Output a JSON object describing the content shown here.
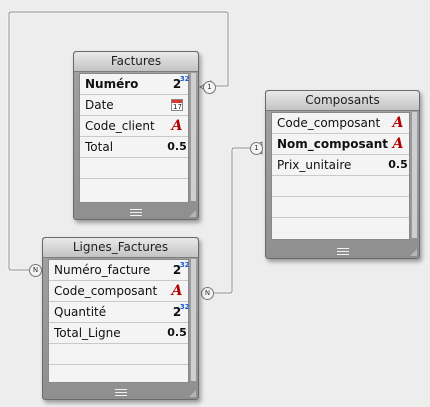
{
  "tables": {
    "factures": {
      "title": "Factures",
      "fields": [
        {
          "name": "Numéro",
          "type": "integer-icon",
          "type_text": "2",
          "sup": "32",
          "key": true
        },
        {
          "name": "Date",
          "type": "calendar-icon",
          "cal_text": "17",
          "key": false
        },
        {
          "name": "Code_client",
          "type": "alpha-icon",
          "type_text": "A",
          "key": false
        },
        {
          "name": "Total",
          "type": "real-icon",
          "type_text": "0.5",
          "key": false
        }
      ]
    },
    "composants": {
      "title": "Composants",
      "fields": [
        {
          "name": "Code_composant",
          "type": "alpha-icon",
          "type_text": "A",
          "key": false
        },
        {
          "name": "Nom_composant",
          "type": "alpha-icon",
          "type_text": "A",
          "key": true
        },
        {
          "name": "Prix_unitaire",
          "type": "real-icon",
          "type_text": "0.5",
          "key": false
        }
      ]
    },
    "lignes": {
      "title": "Lignes_Factures",
      "fields": [
        {
          "name": "Numéro_facture",
          "type": "integer-icon",
          "type_text": "2",
          "sup": "32",
          "key": false
        },
        {
          "name": "Code_composant",
          "type": "alpha-icon",
          "type_text": "A",
          "key": false
        },
        {
          "name": "Quantité",
          "type": "integer-icon",
          "type_text": "2",
          "sup": "32",
          "key": false
        },
        {
          "name": "Total_Ligne",
          "type": "real-icon",
          "type_text": "0.5",
          "key": false
        }
      ]
    }
  },
  "links": {
    "lignes_to_factures": {
      "from_card": "N",
      "to_card": "1"
    },
    "lignes_to_composants": {
      "from_card": "N",
      "to_card": "1"
    }
  }
}
